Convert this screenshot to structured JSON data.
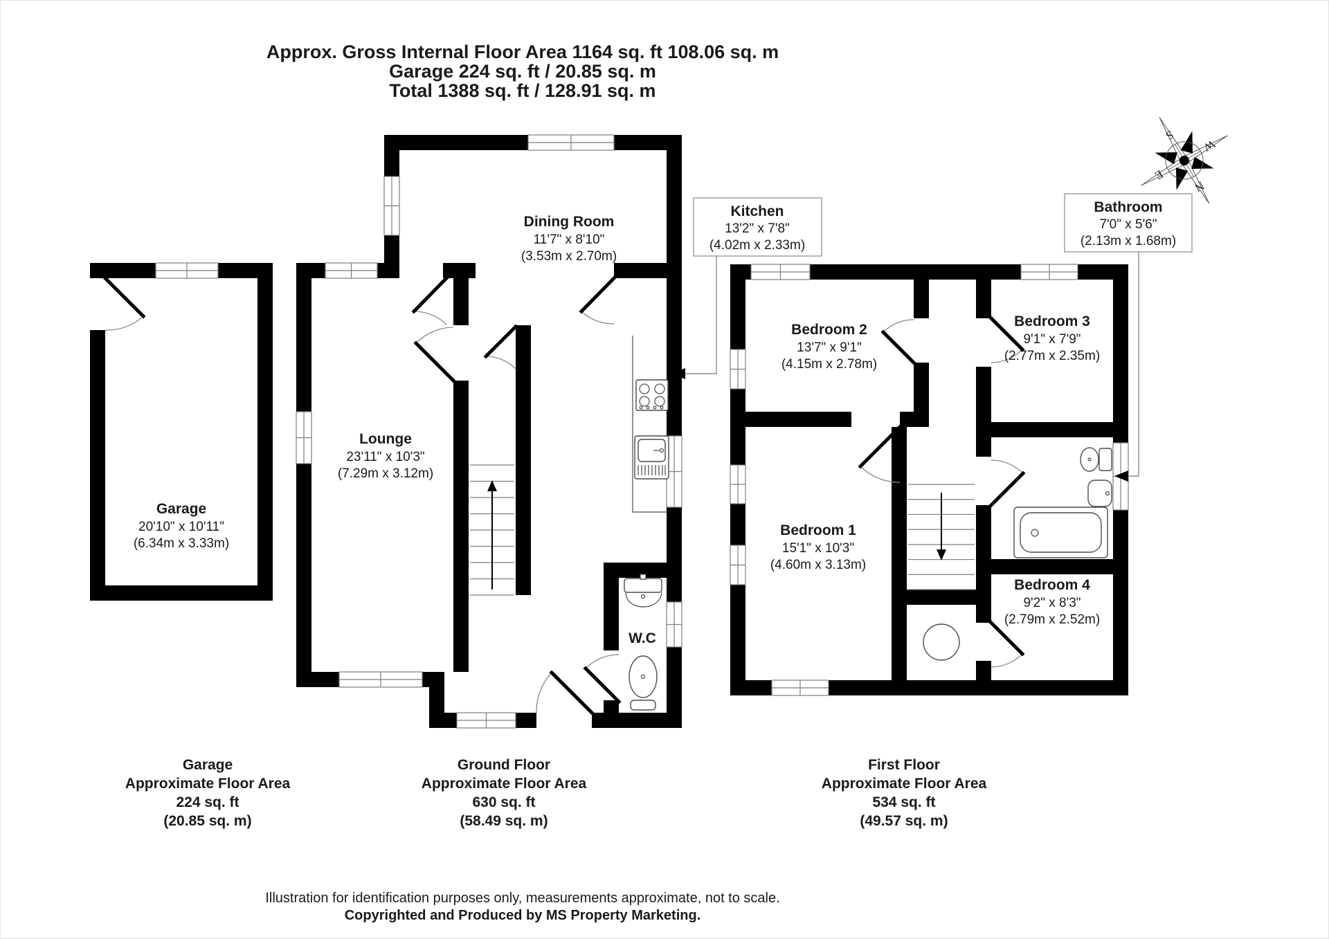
{
  "title": {
    "line1": "Approx. Gross Internal Floor Area 1164 sq. ft 108.06 sq. m",
    "line2": "Garage 224 sq. ft / 20.85 sq. m",
    "line3": "Total 1388 sq. ft / 128.91 sq. m"
  },
  "compass": {
    "n": "N",
    "s": "S",
    "e": "E",
    "w": "W"
  },
  "rooms": {
    "garage": {
      "name": "Garage",
      "imperial": "20'10\" x 10'11\"",
      "metric": "(6.34m x 3.33m)"
    },
    "dining": {
      "name": "Dining Room",
      "imperial": "11'7\" x 8'10\"",
      "metric": "(3.53m x 2.70m)"
    },
    "lounge": {
      "name": "Lounge",
      "imperial": "23'11\" x 10'3\"",
      "metric": "(7.29m x 3.12m)"
    },
    "kitchen": {
      "name": "Kitchen",
      "imperial": "13'2\" x 7'8\"",
      "metric": "(4.02m x 2.33m)"
    },
    "wc": {
      "name": "W.C"
    },
    "bathroom": {
      "name": "Bathroom",
      "imperial": "7'0\" x 5'6\"",
      "metric": "(2.13m x 1.68m)"
    },
    "bedroom1": {
      "name": "Bedroom 1",
      "imperial": "15'1\" x 10'3\"",
      "metric": "(4.60m x 3.13m)"
    },
    "bedroom2": {
      "name": "Bedroom 2",
      "imperial": "13'7\" x 9'1\"",
      "metric": "(4.15m x 2.78m)"
    },
    "bedroom3": {
      "name": "Bedroom 3",
      "imperial": "9'1\" x 7'9\"",
      "metric": "(2.77m x 2.35m)"
    },
    "bedroom4": {
      "name": "Bedroom 4",
      "imperial": "9'2\" x 8'3\"",
      "metric": "(2.79m x 2.52m)"
    }
  },
  "areas": {
    "garage": {
      "name": "Garage",
      "label": "Approximate Floor Area",
      "sqft": "224 sq. ft",
      "sqm": "(20.85 sq. m)"
    },
    "ground": {
      "name": "Ground Floor",
      "label": "Approximate Floor Area",
      "sqft": "630 sq. ft",
      "sqm": "(58.49 sq. m)"
    },
    "first": {
      "name": "First Floor",
      "label": "Approximate Floor Area",
      "sqft": "534 sq. ft",
      "sqm": "(49.57 sq. m)"
    }
  },
  "footer": {
    "line1": "Illustration for identification purposes only, measurements approximate, not to scale.",
    "line2": "Copyrighted  and Produced by MS Property Marketing."
  },
  "colors": {
    "wall": "#000000",
    "thin_line": "#7d7d7d",
    "text": "#1a1a1a"
  }
}
